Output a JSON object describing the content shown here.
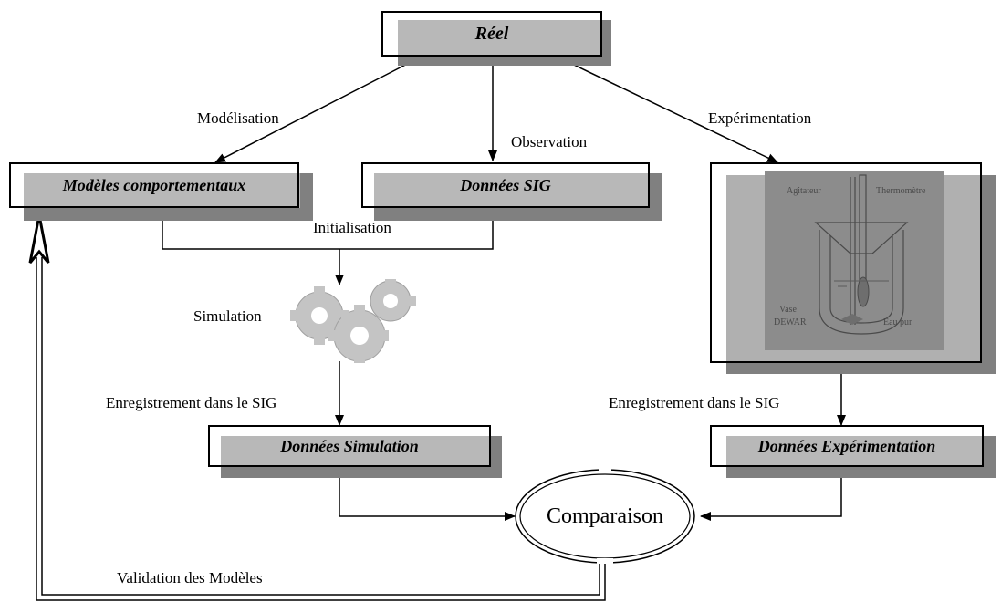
{
  "nodes": {
    "reel": "Réel",
    "modeles": "Modèles comportementaux",
    "donnees_sig": "Données SIG",
    "donnees_simulation": "Données Simulation",
    "donnees_experimentation": "Données Expérimentation",
    "comparaison": "Comparaison"
  },
  "edges": {
    "modelisation": "Modélisation",
    "observation": "Observation",
    "experimentation": "Expérimentation",
    "initialisation": "Initialisation",
    "simulation": "Simulation",
    "enregistrement_simulation": "Enregistrement dans le SIG",
    "enregistrement_experimentation": "Enregistrement dans le SIG",
    "validation": "Validation des Modèles"
  },
  "apparatus": {
    "agitateur": "Agitateur",
    "thermometre": "Thermomètre",
    "vase": "Vase",
    "dewar": "DEWAR",
    "eau": "Eau pur"
  },
  "icons": [
    "gears-icon",
    "dewar-apparatus-illustration"
  ],
  "colors": {
    "shadow": "#808080",
    "band": "#b8b8b8",
    "line": "#000000",
    "photo_bg": "#8c8c8c"
  }
}
